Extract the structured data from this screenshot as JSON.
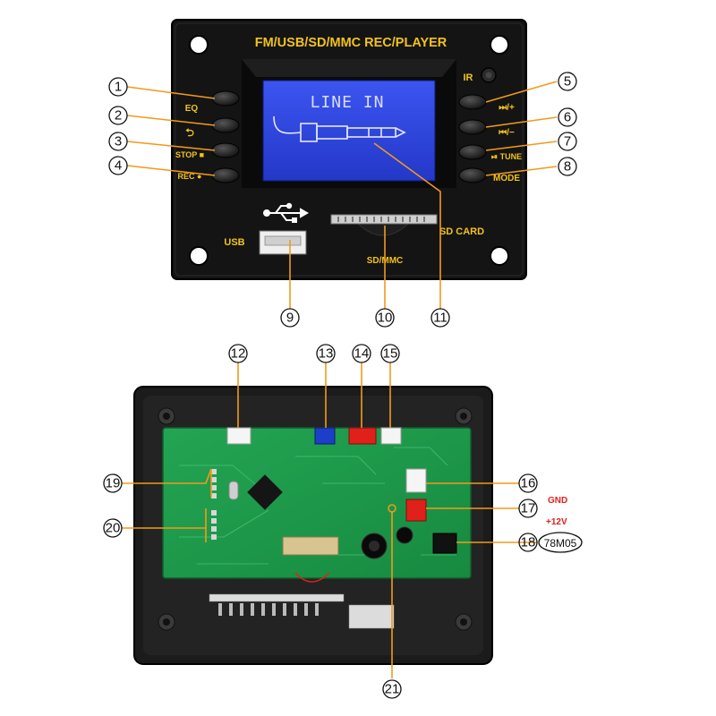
{
  "front_panel": {
    "title": "FM/USB/SD/MMC REC/PLAYER",
    "display_text": "LINE IN",
    "buttons_left": [
      "EQ",
      "⮌",
      "STOP ■",
      "REC ●"
    ],
    "buttons_right": [
      "⏭/+",
      "⏮/−",
      "⏯ TUNE",
      "MODE"
    ],
    "ir_label": "IR",
    "usb_label": "USB",
    "sd_card_label": "SD CARD",
    "sd_mmc_label": "SD/MMC"
  },
  "callouts": [
    "1",
    "2",
    "3",
    "4",
    "5",
    "6",
    "7",
    "8",
    "9",
    "10",
    "11",
    "12",
    "13",
    "14",
    "15",
    "16",
    "17",
    "18",
    "19",
    "20",
    "21"
  ],
  "back_board": {
    "gnd_label": "GND",
    "v12_label": "+12V",
    "regulator_label": "78M05"
  },
  "colors": {
    "panel": "#141414",
    "lcd": "#2f46e0",
    "title_gold": "#f2c21b",
    "callout_orange": "#f29a1c",
    "pcb_green": "#1f9a4a",
    "red_label": "#e0201a"
  },
  "icons": [
    "usb-icon",
    "ir-receiver-icon",
    "audio-jack-icon",
    "loop-icon"
  ]
}
